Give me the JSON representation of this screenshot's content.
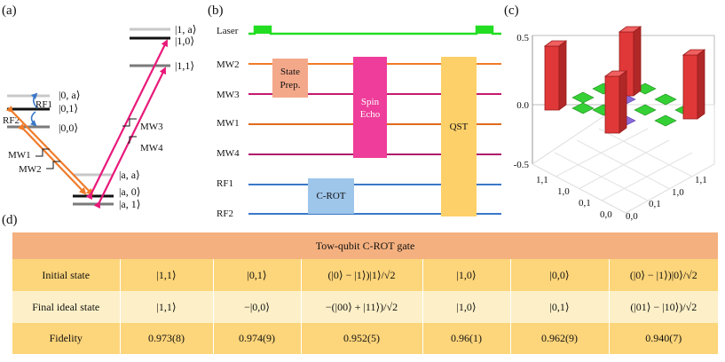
{
  "panels": {
    "a": "(a)",
    "b": "(b)",
    "c": "(c)",
    "d": "(d)"
  },
  "panel_a": {
    "states": [
      "|1, a⟩",
      "|1,0⟩",
      "|1,1⟩",
      "|0, a⟩",
      "|0,1⟩",
      "|0,0⟩",
      "|a, a⟩",
      "|a, 0⟩",
      "|a, 1⟩"
    ],
    "transitions": [
      "RF1",
      "RF2",
      "MW1",
      "MW2",
      "MW3",
      "MW4"
    ],
    "colors": {
      "orange": "#f07b29",
      "magenta": "#e8197a",
      "blue": "#3a78c8",
      "gray": "#7a7a7a",
      "lightgray": "#c8c8c8"
    }
  },
  "panel_b": {
    "channels": [
      "Laser",
      "MW2",
      "MW3",
      "MW1",
      "MW4",
      "RF1",
      "RF2"
    ],
    "blocks": [
      "State\nPrep.",
      "Spin\nEcho",
      "QST",
      "C-ROT"
    ],
    "colors": {
      "laser": "#22dd22",
      "mw2": "#f07b29",
      "mw3": "#c6196e",
      "mw1": "#e06a1c",
      "mw4": "#b0186a",
      "rf": "#3a78c8",
      "state_prep": "#f4a88a",
      "spin_echo": "#ee3d9a",
      "qst": "#fdd06a",
      "crot": "#9ec5ea"
    }
  },
  "panel_c": {
    "z_ticks": [
      "0.5",
      "0.0",
      "-0.5"
    ],
    "axis_ticks_left": [
      "1,1",
      "1,0",
      "0,1",
      "0,0"
    ],
    "axis_ticks_right": [
      "0,0",
      "0,1",
      "1,0",
      "1,1"
    ],
    "colors": {
      "bar_pos": "#e03838",
      "bar_flat": "#35d035"
    }
  },
  "table": {
    "title": "Tow-qubit C-ROT gate",
    "rows": [
      {
        "label": "Initial state",
        "cells": [
          "|1,1⟩",
          "|0,1⟩",
          "(|0⟩ − |1⟩)|1⟩/√2",
          "|1,0⟩",
          "|0,0⟩",
          "(|0⟩ − |1⟩)|0⟩/√2"
        ]
      },
      {
        "label": "Final ideal state",
        "cells": [
          "|1,1⟩",
          "−|0,0⟩",
          "−(|00⟩ + |11⟩)/√2",
          "|1,0⟩",
          "|0,1⟩",
          "(|01⟩ − |10⟩)/√2"
        ]
      },
      {
        "label": "Fidelity",
        "cells": [
          "0.973(8)",
          "0.974(9)",
          "0.952(5)",
          "0.96(1)",
          "0.962(9)",
          "0.940(7)"
        ]
      }
    ]
  }
}
